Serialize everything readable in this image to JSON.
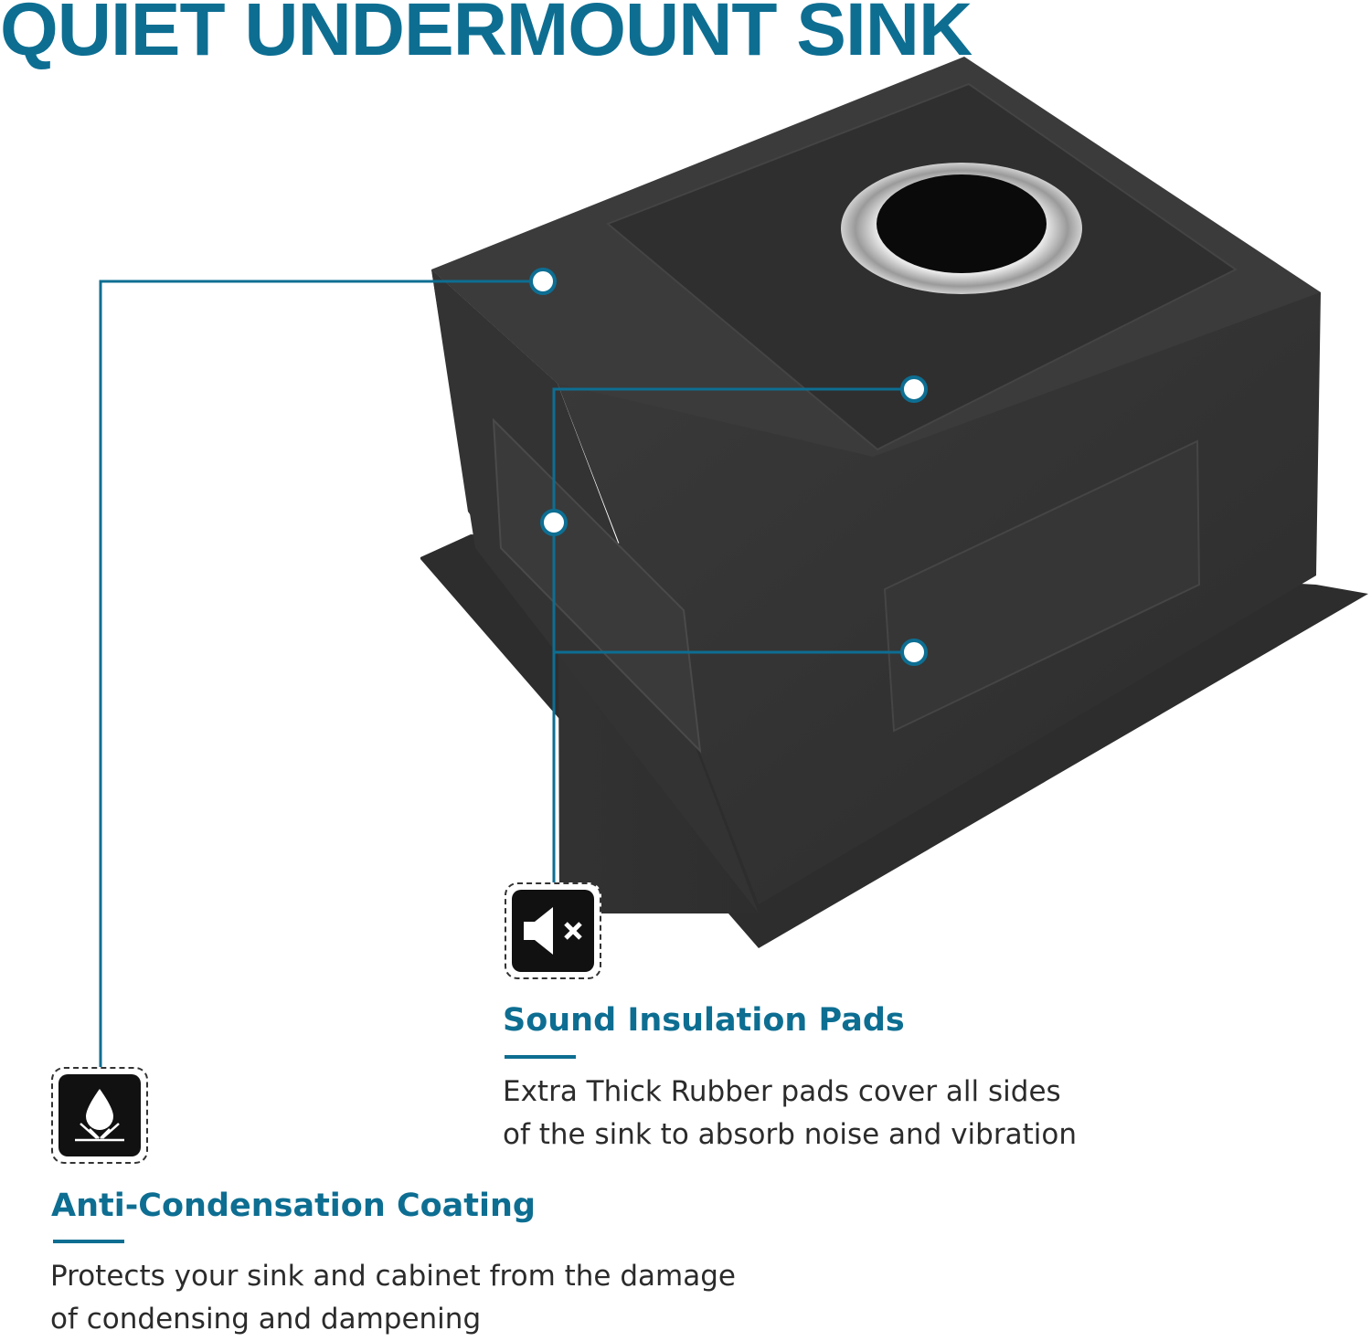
{
  "headline": "QUIET UNDERMOUNT SINK",
  "colors": {
    "accent": "#0d6e92",
    "sink_body": "#2f2f2f",
    "callout_dot": "#ffffff"
  },
  "features": [
    {
      "icon": "mute-speaker-icon",
      "title": "Sound Insulation Pads",
      "description": [
        "Extra Thick Rubber pads cover all sides",
        "of the sink to absorb noise and vibration"
      ]
    },
    {
      "icon": "water-drop-icon",
      "title": "Anti-Condensation Coating",
      "description": [
        "Protects your sink and cabinet from the damage",
        "of condensing and dampening"
      ]
    }
  ]
}
